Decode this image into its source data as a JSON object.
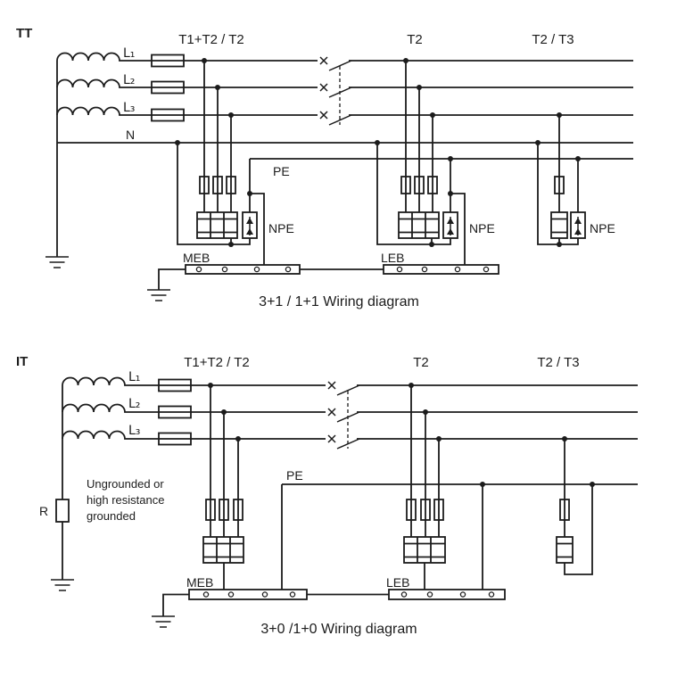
{
  "tt": {
    "system_label": "TT",
    "caption": "3+1 / 1+1 Wiring diagram",
    "columns": {
      "col1": "T1+T2 / T2",
      "col2": "T2",
      "col3": "T2 / T3"
    },
    "lines": {
      "l1": "L₁",
      "l2": "L₂",
      "l3": "L₃",
      "n": "N"
    },
    "pe_label": "PE",
    "npe1": "NPE",
    "npe2": "NPE",
    "npe3": "NPE",
    "meb_label": "MEB",
    "leb_label": "LEB"
  },
  "it": {
    "system_label": "IT",
    "caption": "3+0 /1+0 Wiring diagram",
    "columns": {
      "col1": "T1+T2 / T2",
      "col2": "T2",
      "col3": "T2 / T3"
    },
    "lines": {
      "l1": "L₁",
      "l2": "L₂",
      "l3": "L₃"
    },
    "pe_label": "PE",
    "resistor_label": "R",
    "note_line1": "Ungrounded or",
    "note_line2": "high resistance",
    "note_line3": "grounded",
    "meb_label": "MEB",
    "leb_label": "LEB"
  }
}
